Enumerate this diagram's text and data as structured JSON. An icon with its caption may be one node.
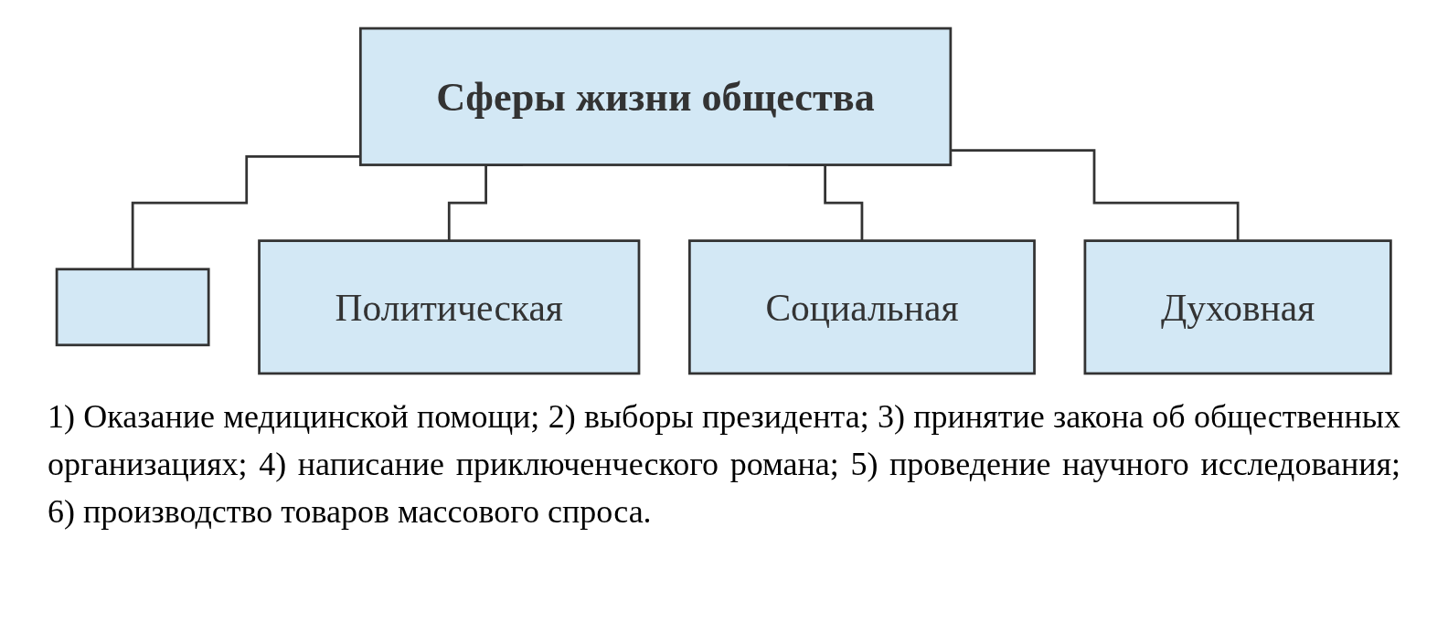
{
  "diagram": {
    "nodes": [
      {
        "text": [
          "Сферы жизни общества"
        ]
      },
      {
        "text": [],
        "shape": "box"
      },
      {
        "text": [
          "Политическая"
        ]
      },
      {
        "text": [
          "Социальная"
        ]
      },
      {
        "text": [
          "Духовная"
        ]
      }
    ],
    "edges": [
      {
        "from": 0,
        "to": 1,
        "arrow": "none"
      },
      {
        "from": 0,
        "to": 2,
        "arrow": "none"
      },
      {
        "from": 0,
        "to": 3,
        "arrow": "none"
      },
      {
        "from": 0,
        "to": 4,
        "arrow": "none"
      }
    ],
    "labels": [
      "1) Оказание медицинской помощи; 2) выборы президента; 3) принятие закона об общественных организациях; 4) написание приключенческого романа; 5) проведение научного исследования; 6) производство товаров массового спроса."
    ]
  }
}
